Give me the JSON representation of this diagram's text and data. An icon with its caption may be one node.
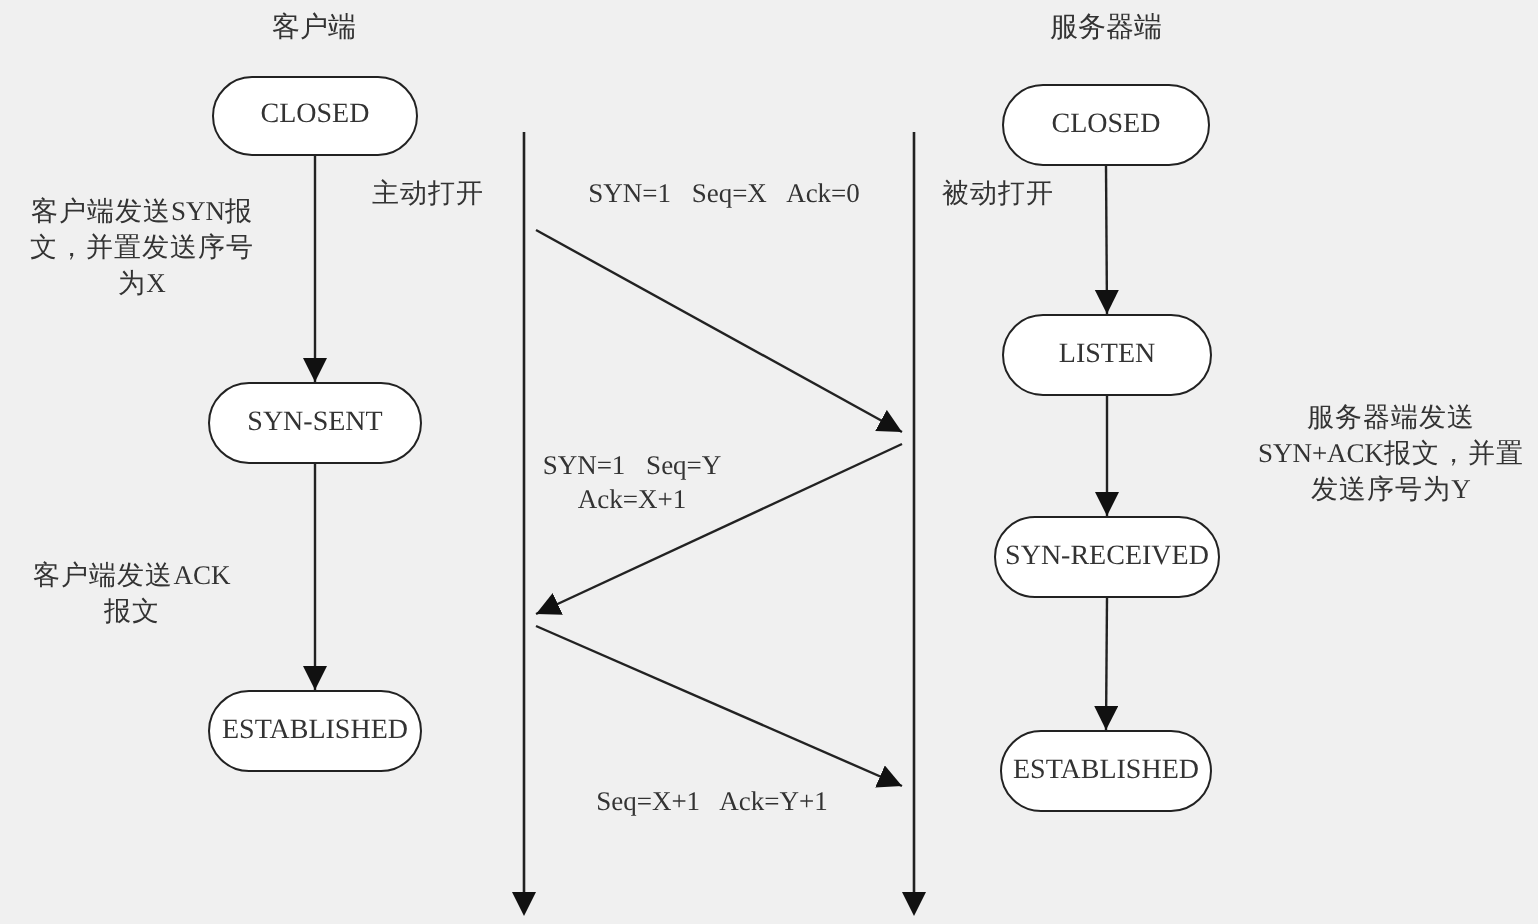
{
  "diagram": {
    "nodes": [
      {
        "text": [
          "CLOSED"
        ]
      },
      {
        "text": [
          "SYN-SENT"
        ]
      },
      {
        "text": [
          "ESTABLISHED"
        ]
      },
      {
        "text": [
          "CLOSED"
        ]
      },
      {
        "text": [
          "LISTEN"
        ]
      },
      {
        "text": [
          "SYN-RECEIVED"
        ]
      },
      {
        "text": [
          "ESTABLISHED"
        ]
      },
      {
        "text": [],
        "shape": "bar"
      },
      {
        "text": [],
        "shape": "bar"
      }
    ],
    "edges": [
      {
        "from": 0,
        "to": 1,
        "arrow": "to",
        "label": "客户端发送SYN报文，并置发送序号为X"
      },
      {
        "from": 1,
        "to": 2,
        "arrow": "to",
        "label": "客户端发送ACK报文"
      },
      {
        "from": 3,
        "to": 4,
        "arrow": "to",
        "label": "被动打开"
      },
      {
        "from": 4,
        "to": 5,
        "arrow": "to"
      },
      {
        "from": 5,
        "to": 6,
        "arrow": "to"
      },
      {
        "from": 7,
        "to": 8,
        "arrow": "to",
        "label": "SYN=1 Seq=X Ack=0"
      },
      {
        "from": 8,
        "to": 7,
        "arrow": "to",
        "label": "SYN=1 Seq=Y Ack=X+1"
      },
      {
        "from": 7,
        "to": 8,
        "arrow": "to",
        "label": "Seq=X+1 Ack=Y+1"
      }
    ],
    "labels": [
      "客户端",
      "服务器端",
      "主动打开",
      "服务器端发送SYN+ACK报文，并置发送序号为Y"
    ]
  }
}
